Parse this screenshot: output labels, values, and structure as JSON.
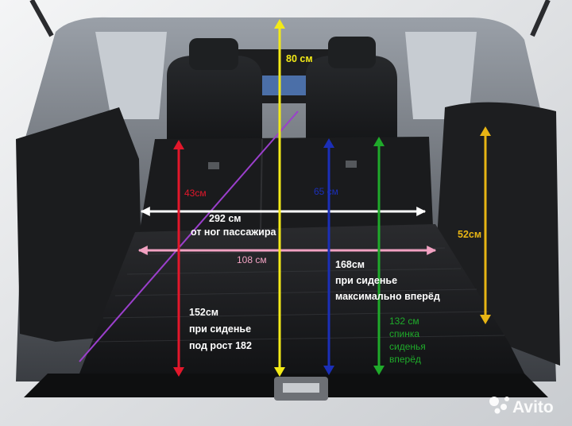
{
  "photo": {
    "subject": "hatchback-trunk-with-folded-rear-seats"
  },
  "measurements": {
    "height_center": "80 см",
    "height_left_seat": "43см",
    "height_right_seat": "65 см",
    "height_side": "52см",
    "width_flat": "292 см",
    "width_flat_note": "от ног пассажира",
    "width_floor": "108 см",
    "length_front_seat_line1": "168см",
    "length_front_seat_line2": "при сиденье",
    "length_front_seat_line3": "максимально вперёд",
    "length_driver_line1": "152см",
    "length_driver_line2": "при сиденье",
    "length_driver_line3": "под рост 182",
    "green_note_line1": "132 см",
    "green_note_line2": "спинка",
    "green_note_line3": "сиденья",
    "green_note_line4": "вперёд"
  },
  "watermark": {
    "brand": "Avito"
  },
  "colors": {
    "red": "#e3172b",
    "yellow": "#f3ea17",
    "blue": "#1b2fb8",
    "green": "#1faa2a",
    "gold": "#e8b514",
    "pink": "#f2a2c2",
    "purple": "#9b3fcc",
    "white": "#ffffff"
  }
}
